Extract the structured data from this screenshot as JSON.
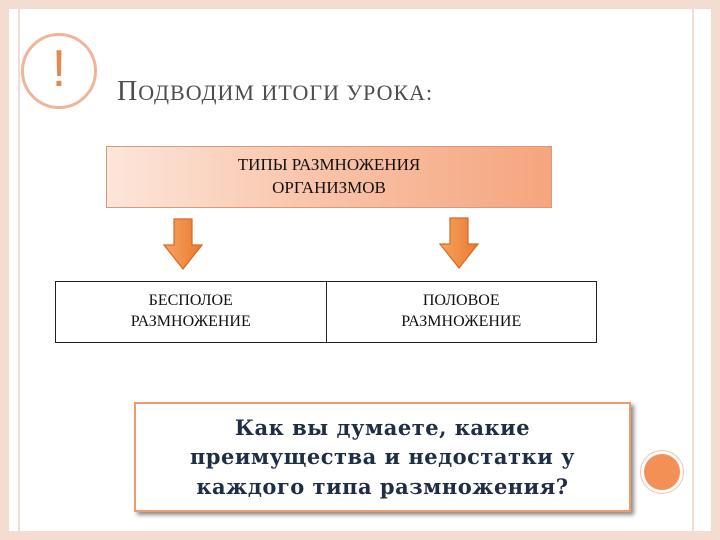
{
  "slide": {
    "badge_symbol": "!",
    "title_first_letter": "П",
    "title_rest": "ОДВОДИМ ИТОГИ УРОКА:",
    "top_box": {
      "line1": "ТИПЫ РАЗМНОЖЕНИЯ",
      "line2": "ОРГАНИЗМОВ"
    },
    "types": [
      {
        "line1": "БЕСПОЛОЕ",
        "line2": "РАЗМНОЖЕНИЕ"
      },
      {
        "line1": "ПОЛОВОЕ",
        "line2": "РАЗМНОЖЕНИЕ"
      }
    ],
    "question": {
      "line1": "Как вы думаете, какие",
      "line2": "преимущества и недостатки у",
      "line3": "каждого типа размножения?"
    }
  },
  "colors": {
    "frame": "#f4ddd0",
    "accent_orange": "#e98652",
    "arrow_orange": "#f08a3c",
    "question_text": "#1f2d45"
  },
  "icons": {
    "badge": "exclamation-circle-icon",
    "arrows": "arrow-down-icon",
    "bullet": "orange-circle-icon"
  }
}
